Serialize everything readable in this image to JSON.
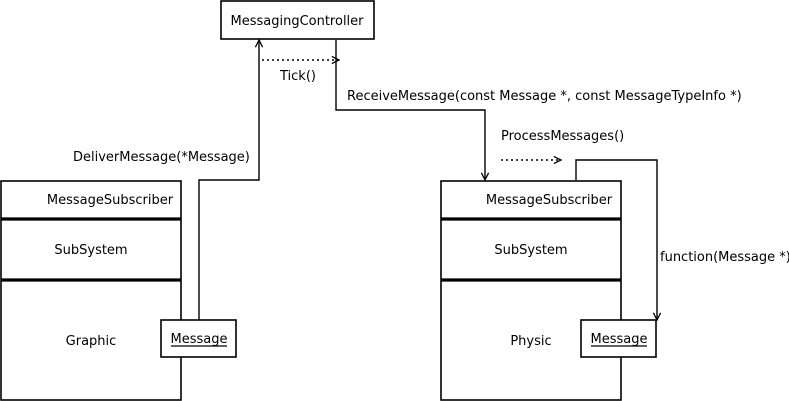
{
  "controller": {
    "label": "MessagingController"
  },
  "left_subscriber": {
    "header": "MessageSubscriber",
    "subsystem": "SubSystem",
    "name": "Graphic",
    "message_label": "Message"
  },
  "right_subscriber": {
    "header": "MessageSubscriber",
    "subsystem": "SubSystem",
    "name": "Physic",
    "message_label": "Message"
  },
  "arrows": {
    "tick": "Tick()",
    "deliver": "DeliverMessage(*Message)",
    "receive": "ReceiveMessage(const Message *, const MessageTypeInfo *)",
    "process": "ProcessMessages()",
    "function_call": "function(Message *)"
  }
}
